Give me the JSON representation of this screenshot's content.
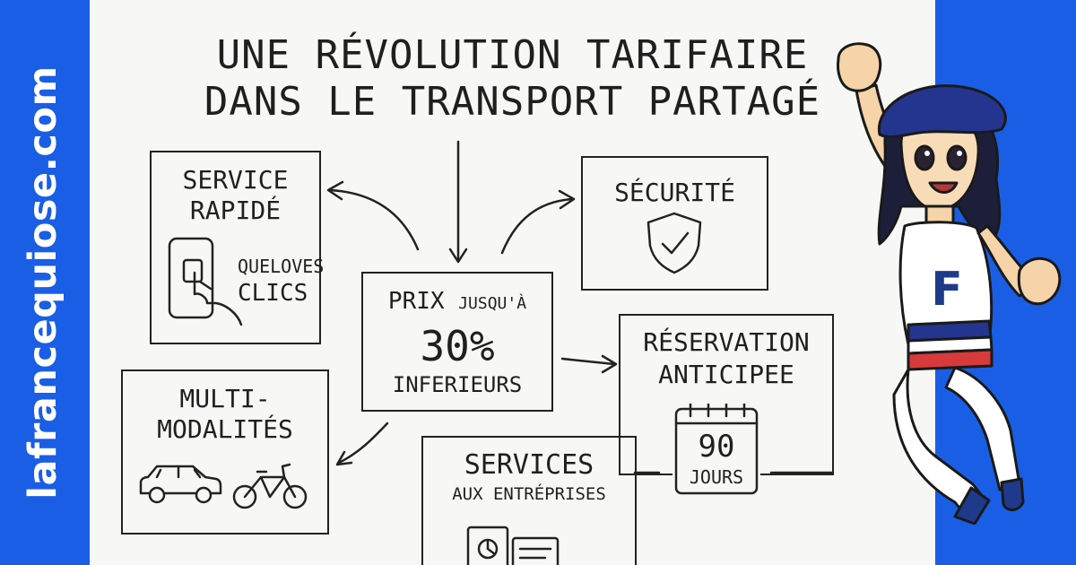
{
  "sidebar": {
    "site_name": "lafrancequiose.com"
  },
  "title": {
    "line1": "UNE RÉVOLUTION TARIFAIRE",
    "line2": "DANS LE TRANSPORT PARTAGÉ"
  },
  "boxes": {
    "service_rapide": {
      "line1": "SERVICE",
      "line2": "RAPIDÉ",
      "sub1": "QUELOVES",
      "sub2": "CLICS"
    },
    "securite": {
      "label": "SÉCURITÉ"
    },
    "prix": {
      "line1": "PRIX",
      "line1_small": "JUSQU'À",
      "big": "30%",
      "line3": "INFERIEURS"
    },
    "reservation": {
      "line1": "RÉSERVATION",
      "line2": "ANTICIPEE",
      "days": "90",
      "days_label": "JOURS"
    },
    "multimodalites": {
      "line1": "MULTI-",
      "line2": "MODALITÉS"
    },
    "services_entreprises": {
      "line1": "SERVICES",
      "line2": "AUX ENTRÉPRISES"
    }
  },
  "mascot": {
    "shirt_letter": "F"
  },
  "colors": {
    "brand_blue": "#1a5ee6",
    "paper": "#f7f7f5",
    "ink": "#222222",
    "flag_red": "#d63a3a",
    "navy": "#1f3a8a"
  }
}
